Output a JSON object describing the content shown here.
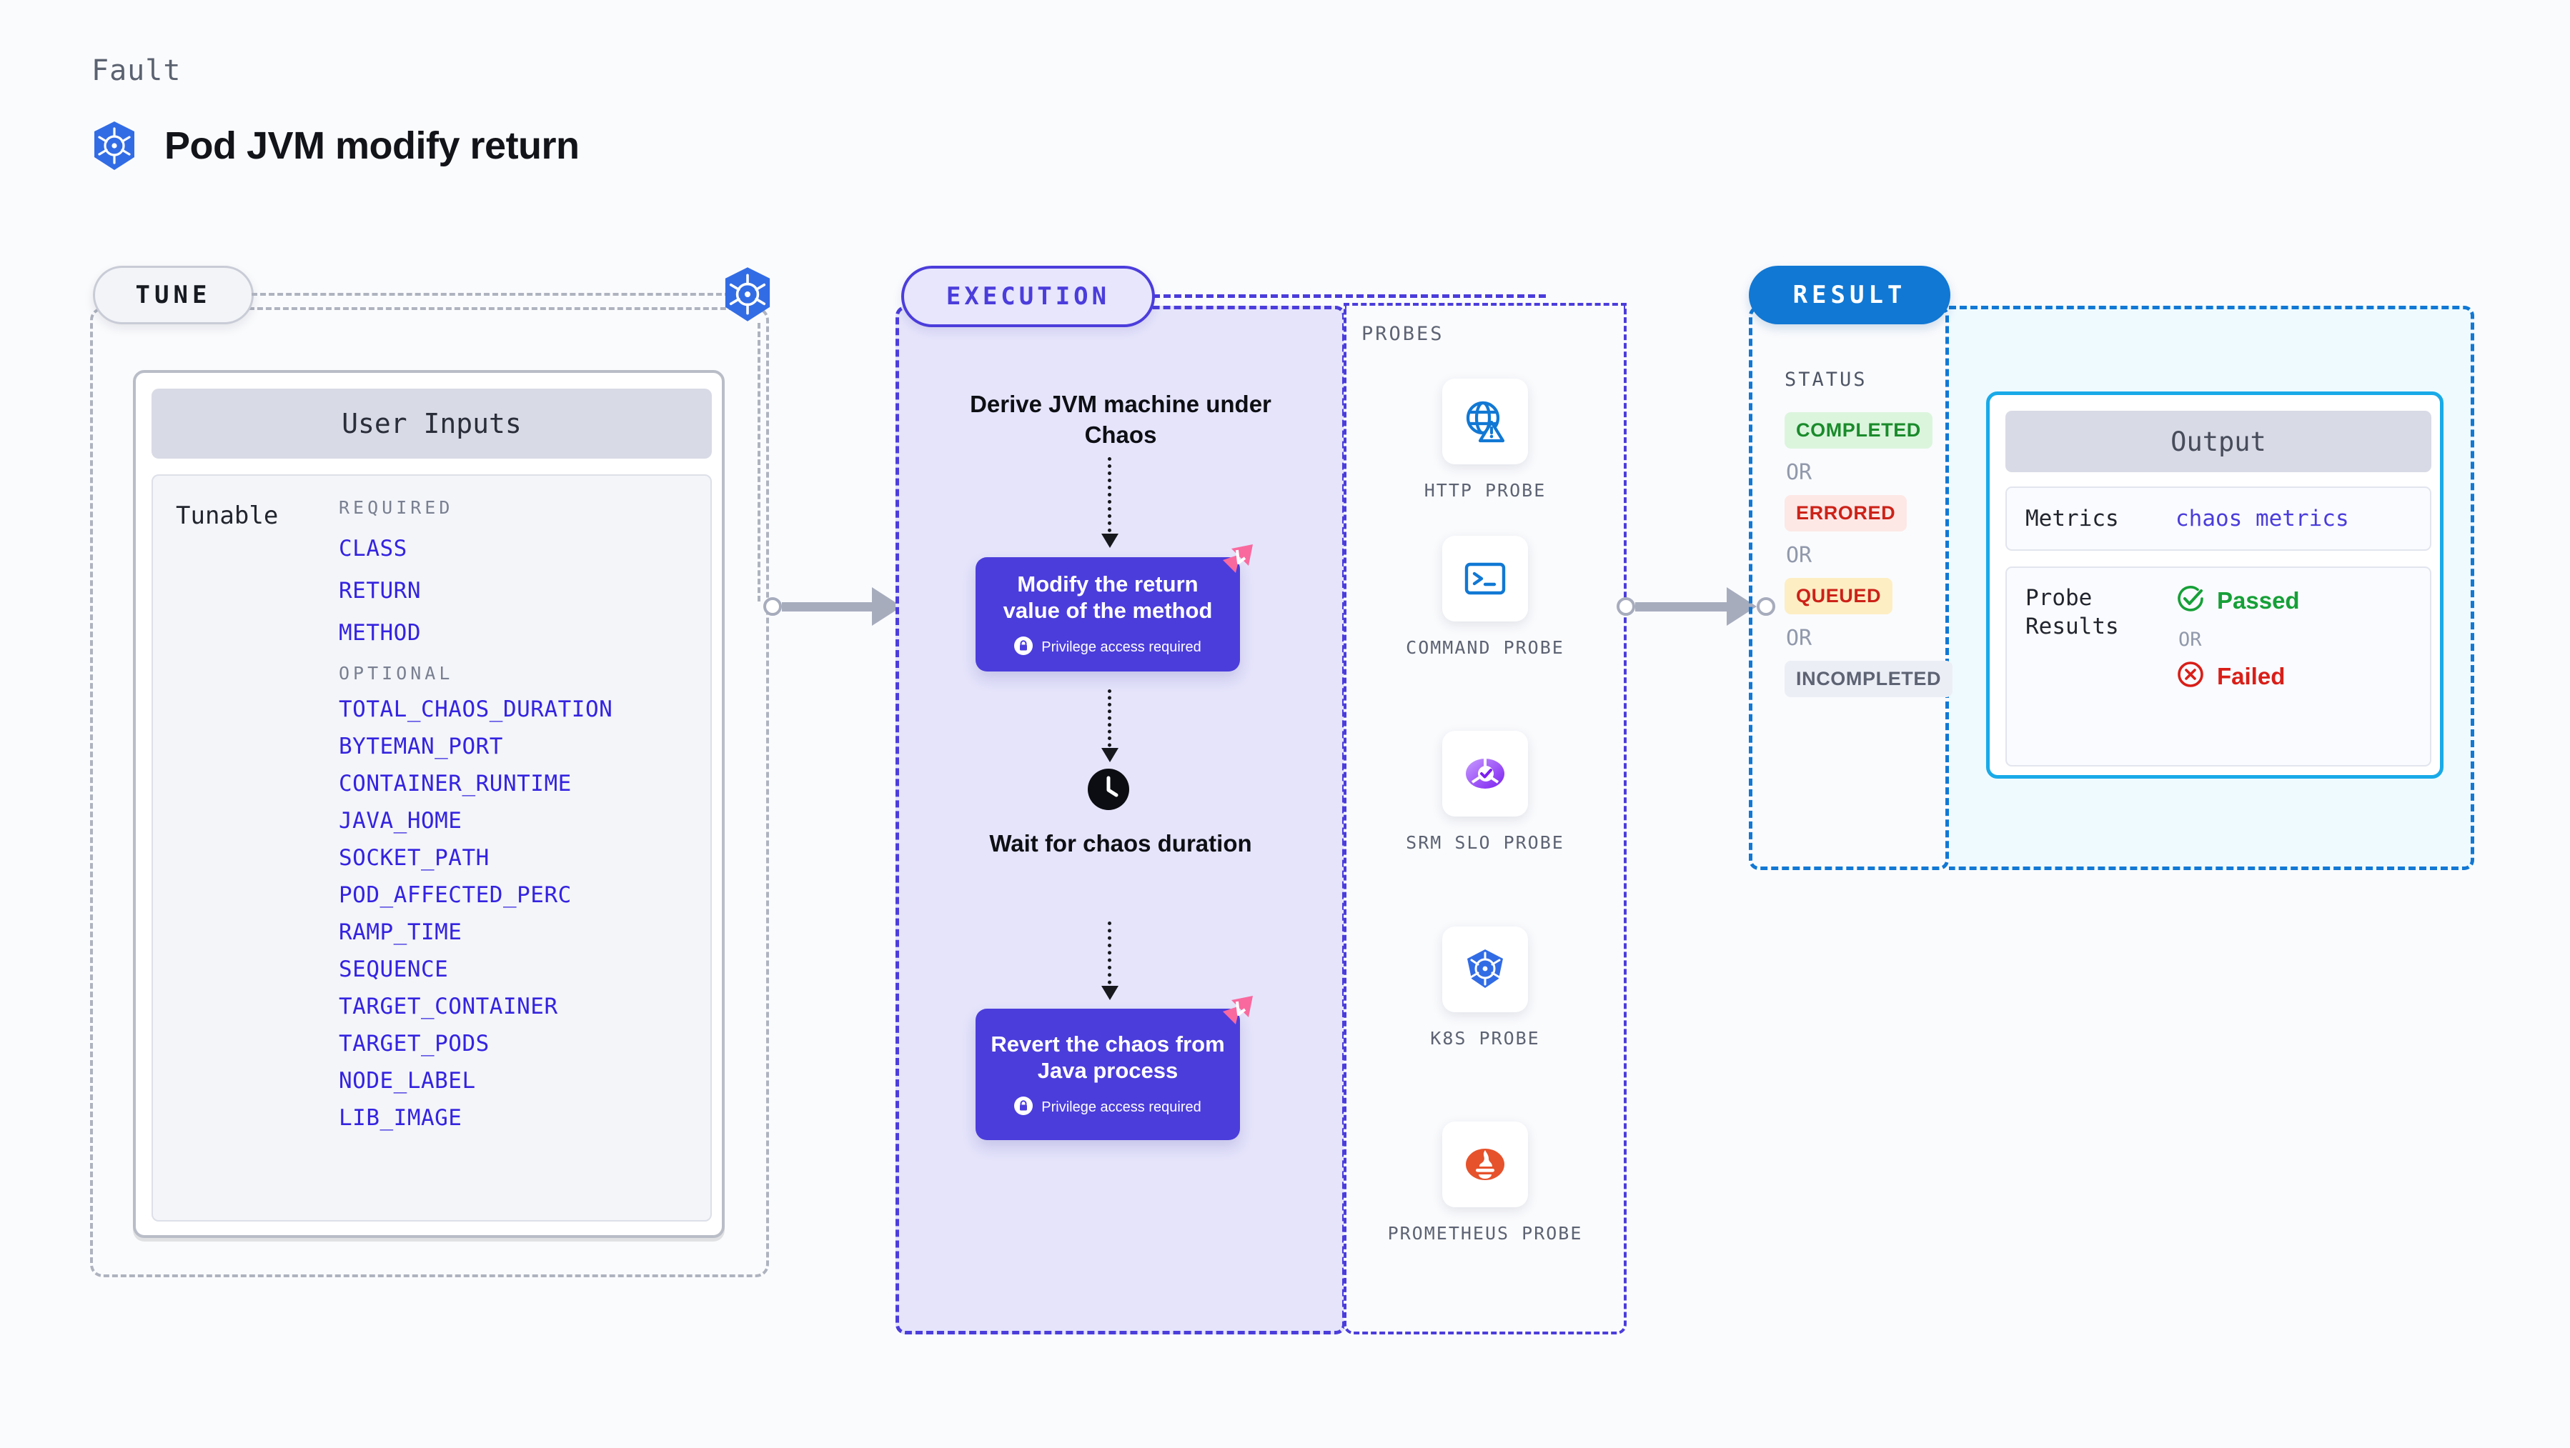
{
  "header": {
    "kicker": "Fault",
    "title": "Pod JVM modify return",
    "icon": "kubernetes-icon"
  },
  "tune": {
    "pill_label": "TUNE",
    "badge_icon": "kubernetes-icon",
    "user_inputs": {
      "card_title": "User Inputs",
      "row_label": "Tunable",
      "required_label": "REQUIRED",
      "required": [
        "CLASS",
        "RETURN",
        "METHOD"
      ],
      "optional_label": "OPTIONAL",
      "optional": [
        "TOTAL_CHAOS_DURATION",
        "BYTEMAN_PORT",
        "CONTAINER_RUNTIME",
        "JAVA_HOME",
        "SOCKET_PATH",
        "POD_AFFECTED_PERC",
        "RAMP_TIME",
        "SEQUENCE",
        "TARGET_CONTAINER",
        "TARGET_PODS",
        "NODE_LABEL",
        "LIB_IMAGE"
      ]
    }
  },
  "execution": {
    "pill_label": "EXECUTION",
    "steps": [
      {
        "type": "text",
        "label": "Derive JVM machine under Chaos"
      },
      {
        "type": "box",
        "label": "Modify the return value of the method",
        "note": "Privilege access required",
        "note_icon": "lock-icon",
        "badge_icon": "litmus-icon"
      },
      {
        "type": "text",
        "label": "Wait for chaos duration",
        "icon": "clock-icon"
      },
      {
        "type": "box",
        "label": "Revert the chaos from Java process",
        "note": "Privilege access required",
        "note_icon": "lock-icon",
        "badge_icon": "litmus-icon"
      }
    ]
  },
  "probes": {
    "section_label": "PROBES",
    "items": [
      {
        "name": "HTTP PROBE",
        "icon": "globe-warning-icon"
      },
      {
        "name": "COMMAND PROBE",
        "icon": "terminal-icon"
      },
      {
        "name": "SRM SLO PROBE",
        "icon": "srm-slo-icon"
      },
      {
        "name": "K8S PROBE",
        "icon": "kubernetes-icon"
      },
      {
        "name": "PROMETHEUS PROBE",
        "icon": "prometheus-icon"
      }
    ]
  },
  "result": {
    "pill_label": "RESULT",
    "status_label": "STATUS",
    "or_label": "OR",
    "statuses": [
      {
        "label": "COMPLETED",
        "bg": "#dbf5dd",
        "fg": "#1a8b2b"
      },
      {
        "label": "ERRORED",
        "bg": "#fde8e6",
        "fg": "#cc2218"
      },
      {
        "label": "QUEUED",
        "bg": "#fdeec4",
        "fg": "#cc2218"
      },
      {
        "label": "INCOMPLETED",
        "bg": "#eceef6",
        "fg": "#5d6373"
      }
    ],
    "output": {
      "card_title": "Output",
      "metrics_key": "Metrics",
      "metrics_value": "chaos metrics",
      "probe_results_key": "Probe Results",
      "passed_label": "Passed",
      "passed_icon": "check-circle-icon",
      "or_label": "OR",
      "failed_label": "Failed",
      "failed_icon": "x-circle-icon"
    }
  },
  "colors": {
    "accent_purple": "#4b3ddb",
    "accent_blue": "#1178d4",
    "accent_cyan": "#19aae8",
    "param_link": "#3423e0",
    "pink_badge": "#f9699d",
    "page_bg": "#fafbfd"
  }
}
